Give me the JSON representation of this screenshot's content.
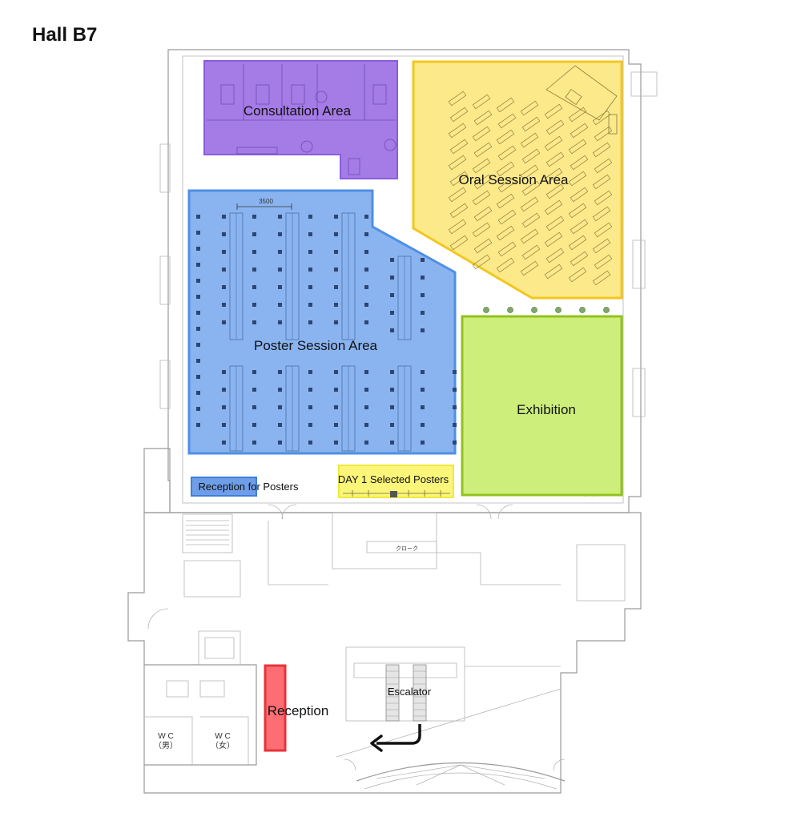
{
  "title": "Hall B7",
  "zones": {
    "consultation": {
      "label": "Consultation Area",
      "fill": "#a57be6",
      "stroke": "#8a5de0"
    },
    "oral": {
      "label": "Oral Session Area",
      "fill": "#fbe98a",
      "stroke": "#f2c71f"
    },
    "poster": {
      "label": "Poster Session Area",
      "fill": "#8ab4f0",
      "stroke": "#4f8fe6"
    },
    "exhibition": {
      "label": "Exhibition",
      "fill": "#cdee7a",
      "stroke": "#93c11e"
    },
    "poster_reception": {
      "label": "Reception for Posters",
      "fill": "#6f9ee8",
      "stroke": "#3f7ed8"
    },
    "day1_posters": {
      "label": "DAY 1 Selected Posters",
      "fill": "#fbf57a",
      "stroke": "#f0e93a"
    },
    "reception": {
      "label": "Reception",
      "fill": "#fc6e73",
      "stroke": "#e8333b"
    }
  },
  "annotations": {
    "dimension": "3500",
    "cloak": "クローク",
    "escalator": "Escalator",
    "wc_men": {
      "line1": "W C",
      "line2": "（男）"
    },
    "wc_women": {
      "line1": "W C",
      "line2": "（女）"
    }
  },
  "icons": {
    "arrow": "curved-arrow-left-icon",
    "exhibition_markers": "green-dot-icon"
  }
}
